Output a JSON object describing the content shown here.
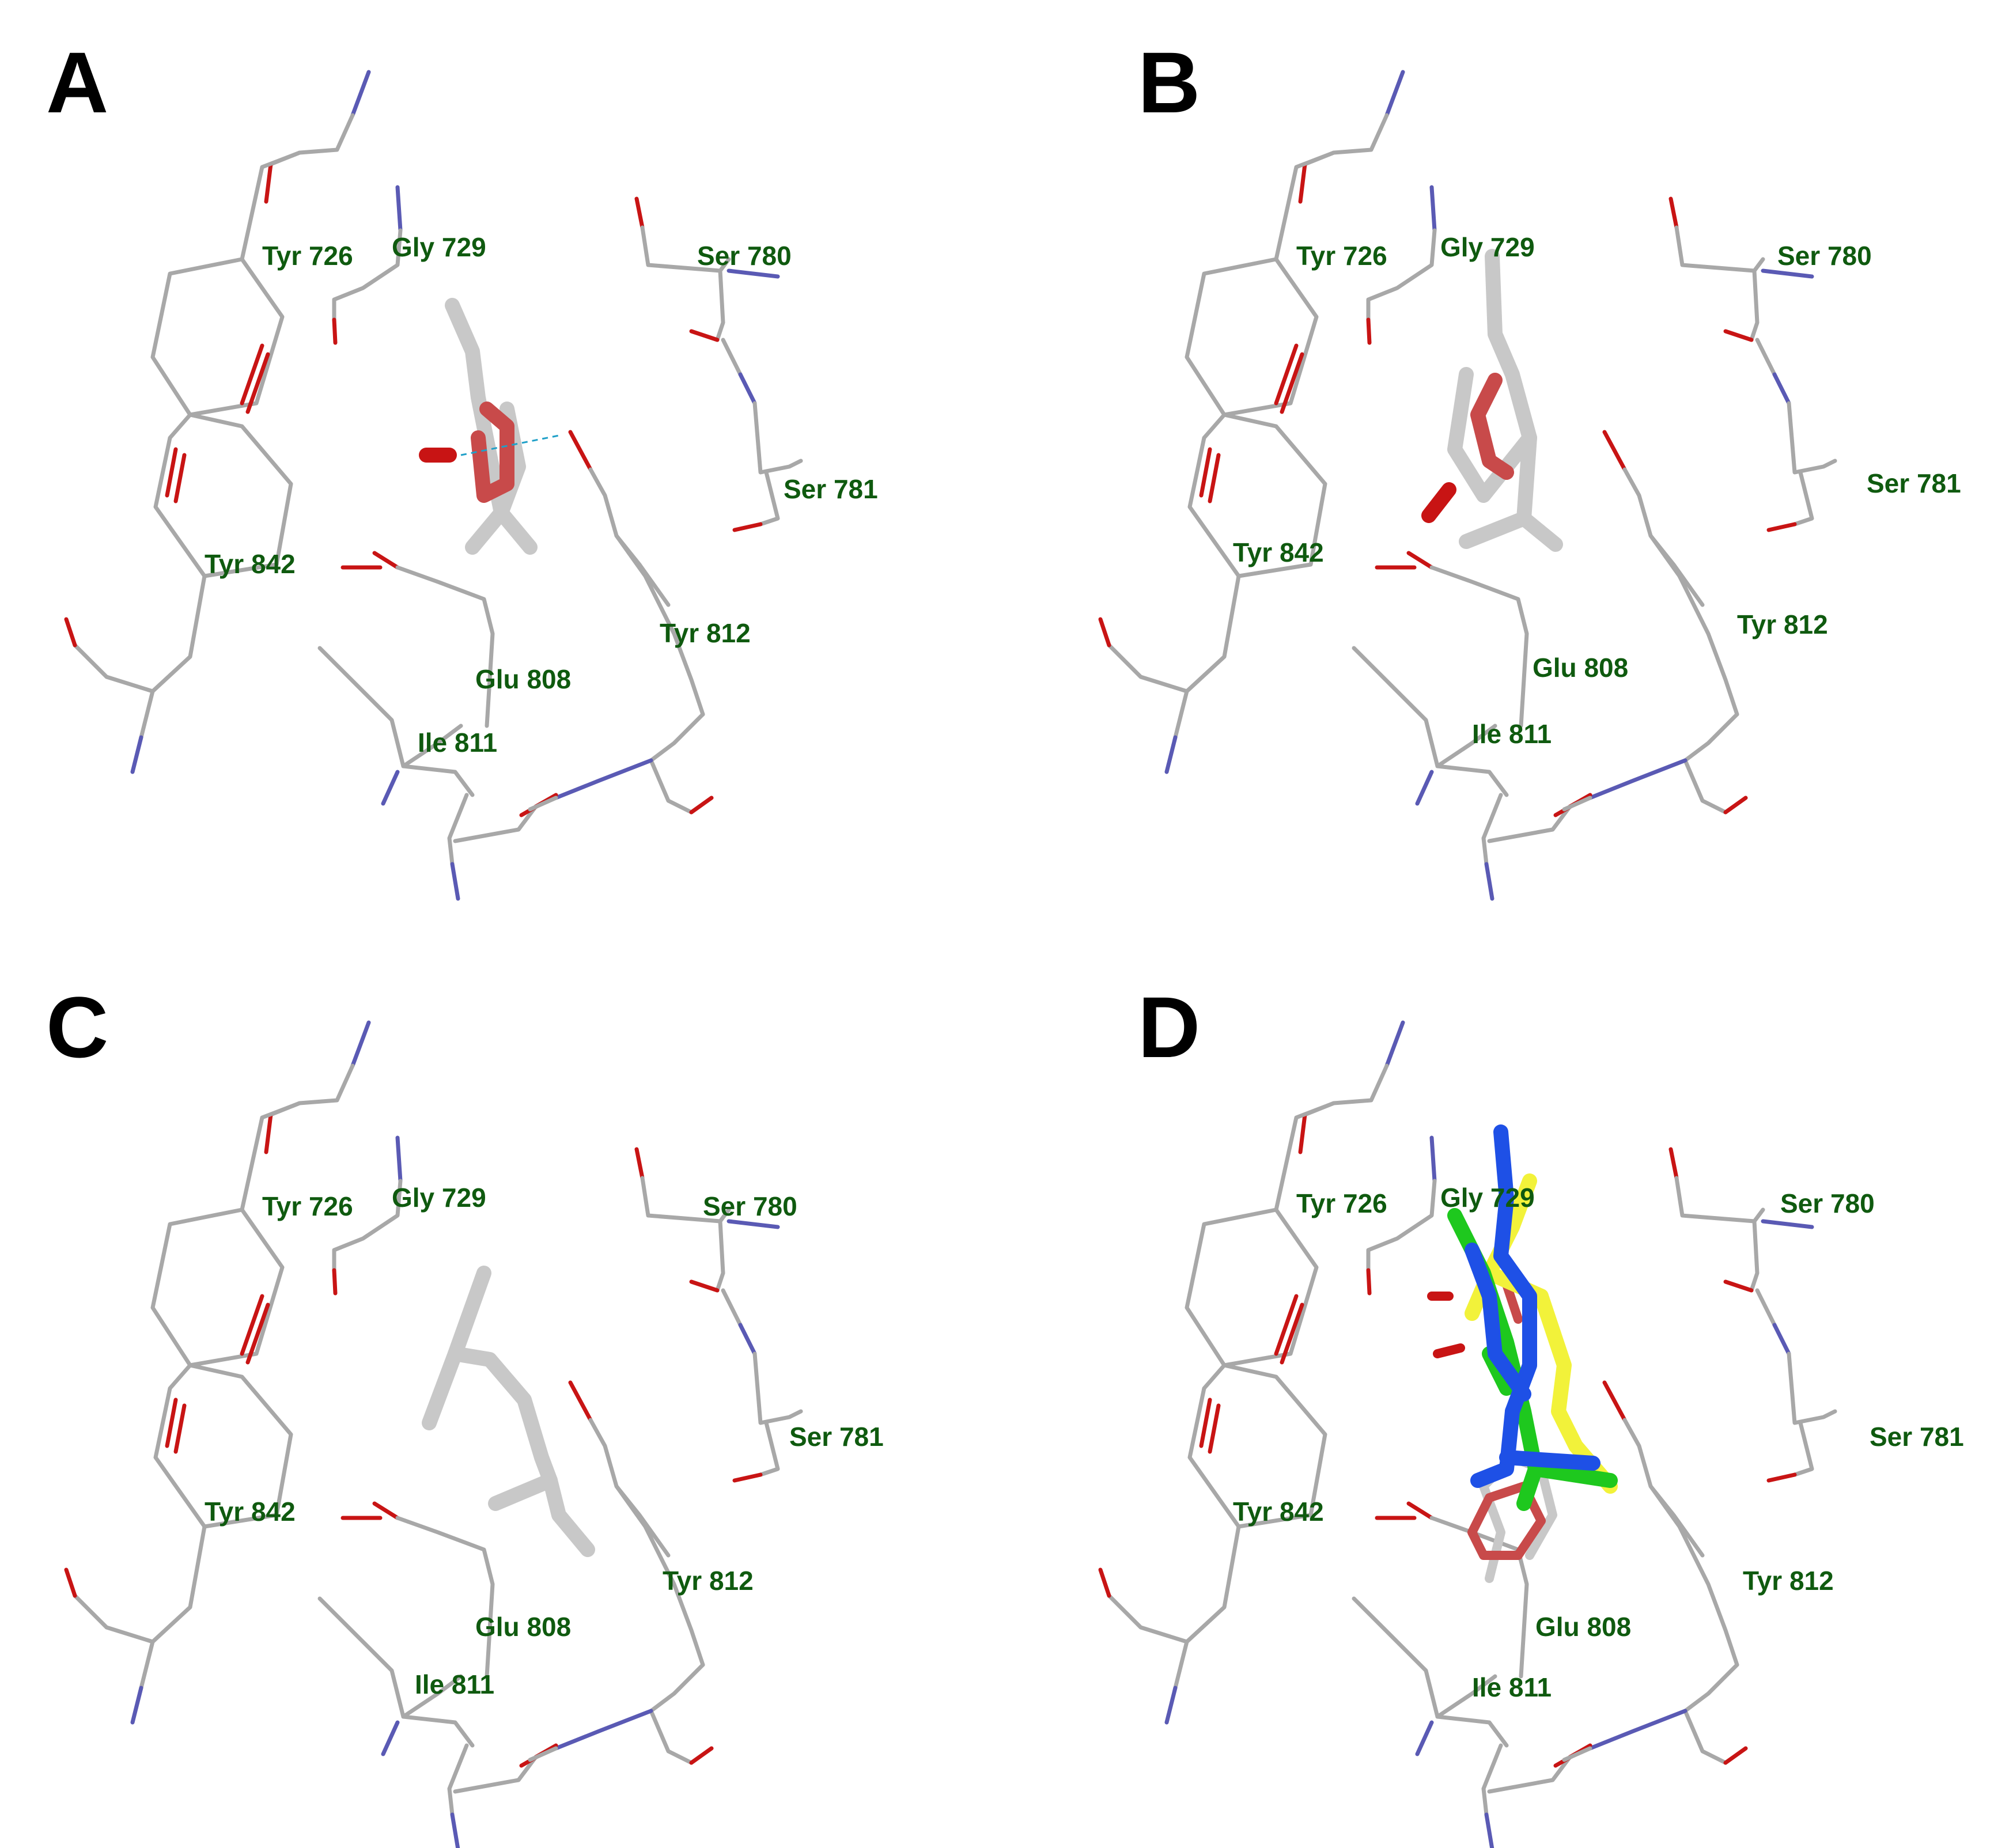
{
  "panels": [
    {
      "letter": "A",
      "labels": [
        "Tyr 726",
        "Gly 729",
        "Ser 780",
        "Ser 781",
        "Tyr 842",
        "Tyr 812",
        "Glu 808",
        "Ile 811"
      ]
    },
    {
      "letter": "B",
      "labels": [
        "Tyr 726",
        "Gly 729",
        "Ser 780",
        "Ser 781",
        "Tyr 842",
        "Tyr 812",
        "Glu 808",
        "Ile 811"
      ]
    },
    {
      "letter": "C",
      "labels": [
        "Tyr 726",
        "Gly 729",
        "Ser 780",
        "Ser 781",
        "Tyr 842",
        "Tyr 812",
        "Glu 808",
        "Ile 811"
      ]
    },
    {
      "letter": "D",
      "labels": [
        "Tyr 726",
        "Gly 729",
        "Ser 780",
        "Ser 781",
        "Tyr 842",
        "Tyr 812",
        "Glu 808",
        "Ile 811"
      ]
    }
  ],
  "colors": {
    "carbon": "#a8a8a8",
    "oxygen": "#c81414",
    "nitrogen": "#5a5ab4",
    "ligand_gray": "#c8c8c8",
    "ligand_red": "#c84a4a",
    "ligand_yellow": "#f2f23a",
    "ligand_green": "#1ec81e",
    "ligand_blue": "#1e50e6",
    "label_green": "#0f5a0f"
  }
}
